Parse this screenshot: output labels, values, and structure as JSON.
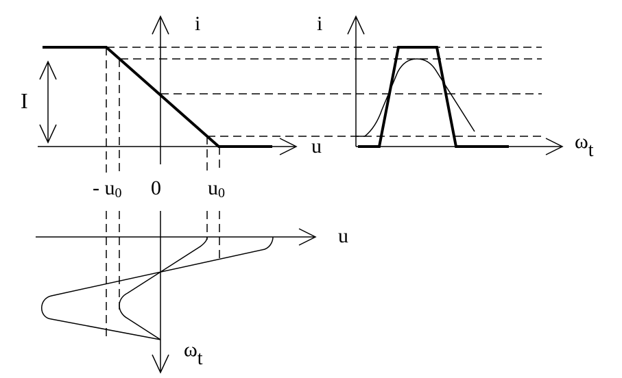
{
  "labels": {
    "top_left_y": "i",
    "top_right_y": "i",
    "current_amplitude": "I",
    "top_left_x": "u",
    "top_right_x": "ω",
    "top_right_x_sub": "t",
    "bottom_x": "u",
    "bottom_y": "ω",
    "bottom_y_sub": "t",
    "tick_minus_u0": "- u",
    "tick_minus_u0_sub": "0",
    "tick_zero": "0",
    "tick_u0": "u",
    "tick_u0_sub": "0"
  }
}
